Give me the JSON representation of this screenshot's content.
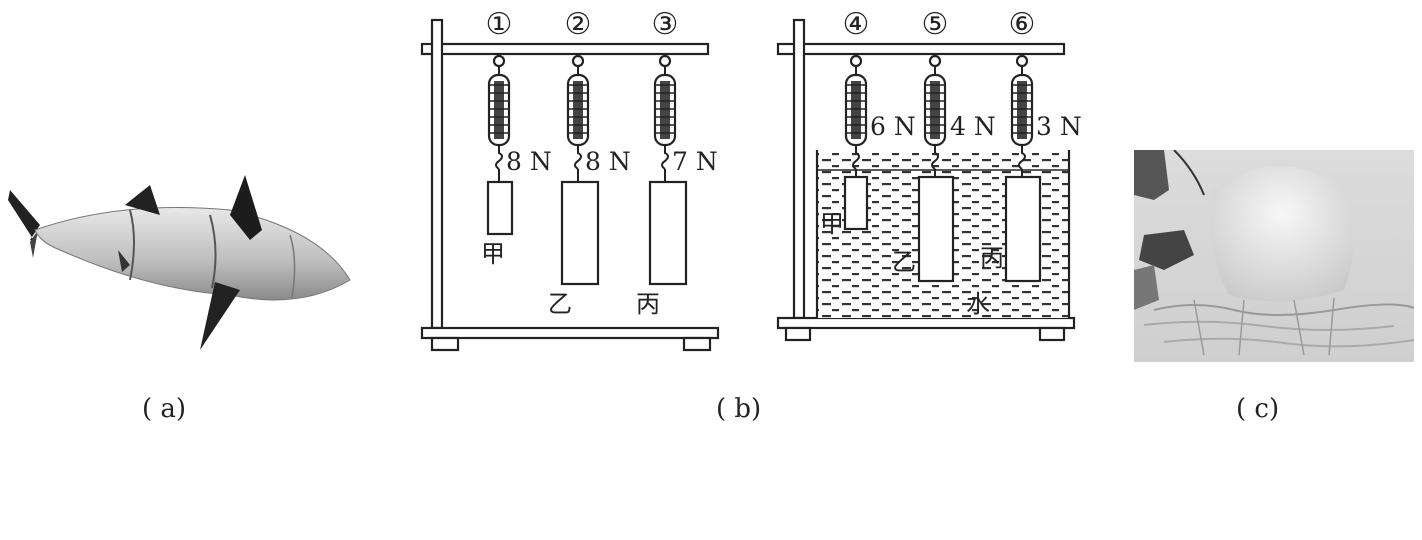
{
  "captions": {
    "a": "( a)",
    "b": "( b)",
    "c": "( c)"
  },
  "left_stand": {
    "numbers": [
      "①",
      "②",
      "③"
    ],
    "readings": [
      "8 N",
      "8 N",
      "7 N"
    ],
    "labels": [
      "甲",
      "乙",
      "丙"
    ]
  },
  "right_stand": {
    "numbers": [
      "④",
      "⑤",
      "⑥"
    ],
    "readings": [
      "6 N",
      "4 N",
      "3 N"
    ],
    "labels": [
      "甲",
      "乙",
      "丙"
    ],
    "water_label": "水"
  }
}
